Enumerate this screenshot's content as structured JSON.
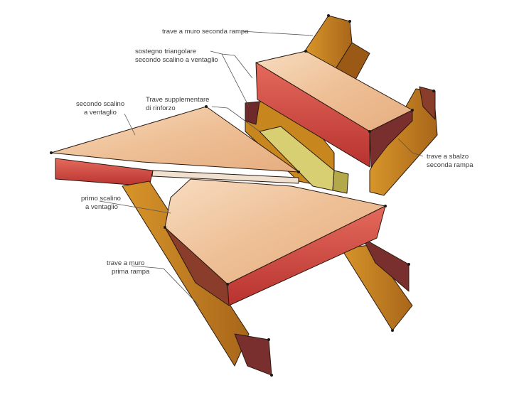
{
  "labels": {
    "trave_muro_seconda": "trave a muro seconda rampa",
    "sostegno_l1": "sostegno triangolare",
    "sostegno_l2": "secondo scalino a ventaglio",
    "trave_supp_l1": "Trave supplementare",
    "trave_supp_l2": "di rinforzo",
    "secondo_scalino_l1": "secondo scalino",
    "secondo_scalino_l2": "a ventaglio",
    "trave_sbalzo_l1": "trave a sbalzo",
    "trave_sbalzo_l2": "seconda rampa",
    "primo_scalino_l1": "primo scalino",
    "primo_scalino_l2": "a ventaglio",
    "trave_muro_prima_l1": "trave a muro",
    "trave_muro_prima_l2": "prima rampa"
  },
  "colors": {
    "beam": "#c8861f",
    "beam_dark": "#9a5a16",
    "tread_top": "#f2c7a0",
    "riser": "#d9534f",
    "dark_wood": "#7a2f2f",
    "reinforcement": "#d8cf72"
  }
}
